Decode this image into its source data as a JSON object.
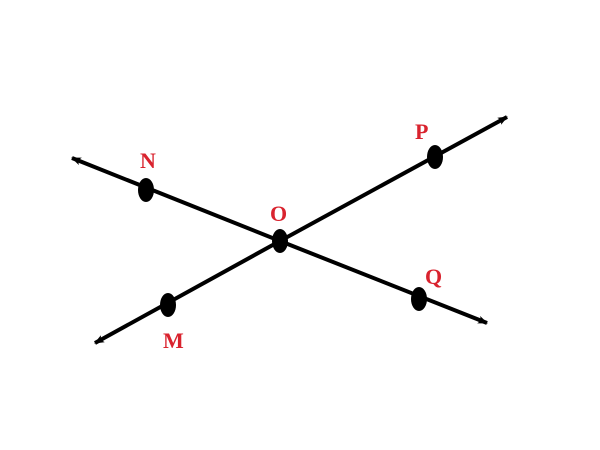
{
  "colors": {
    "line": "#000000",
    "label": "#d9232e"
  },
  "points": {
    "N": "N",
    "O": "O",
    "P": "P",
    "M": "M",
    "Q": "Q"
  },
  "lines": [
    "NQ",
    "MP"
  ]
}
